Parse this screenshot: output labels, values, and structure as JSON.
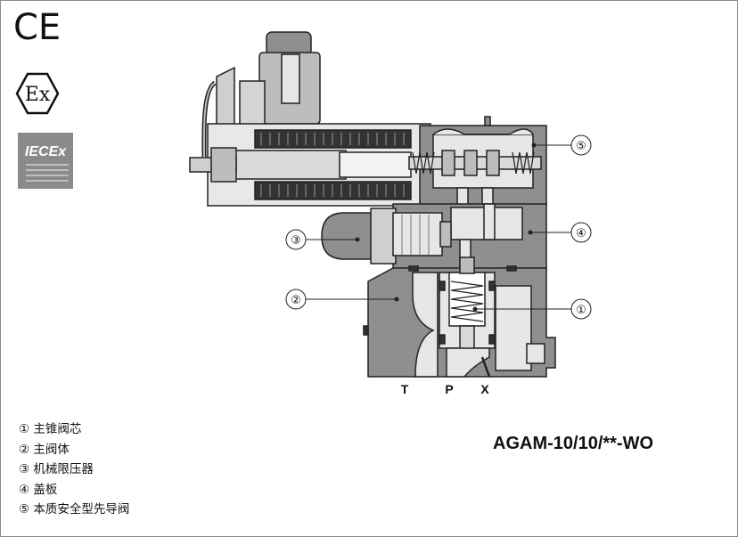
{
  "certifications": {
    "ce": "CE",
    "ex": "Ex",
    "iecex": "IECEx"
  },
  "model": "AGAM-10/10/**-WO",
  "ports": [
    "T",
    "P",
    "X"
  ],
  "callouts": [
    "①",
    "②",
    "③",
    "④",
    "⑤"
  ],
  "legend": [
    {
      "num": "①",
      "label": "主锥阀芯"
    },
    {
      "num": "②",
      "label": "主阀体"
    },
    {
      "num": "③",
      "label": "机械限压器"
    },
    {
      "num": "④",
      "label": "盖板"
    },
    {
      "num": "⑤",
      "label": "本质安全型先导阀"
    }
  ],
  "colors": {
    "body": "#8f8f8f",
    "dark": "#333333",
    "light": "#e6e6e6",
    "outline": "#222222"
  }
}
